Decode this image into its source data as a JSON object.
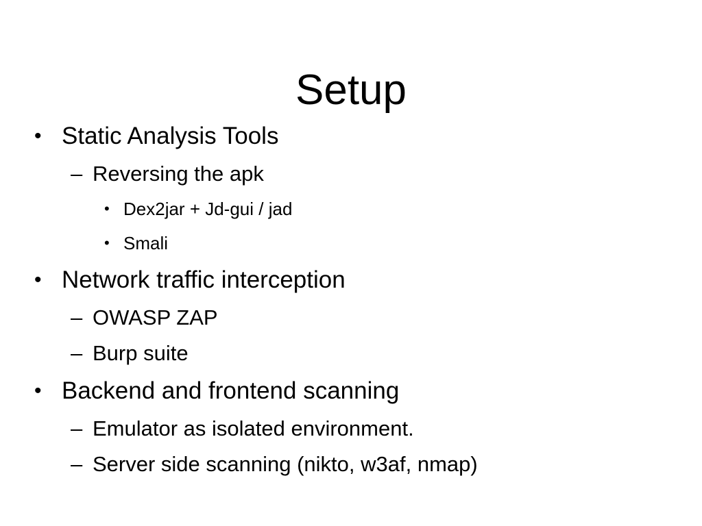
{
  "slide": {
    "title": "Setup",
    "background_color": "#ffffff",
    "text_color": "#000000",
    "bullet_glyph_level1": "•",
    "bullet_glyph_level2": "–",
    "bullet_glyph_level3": "•",
    "items": [
      {
        "level": 1,
        "marker": "•",
        "text": "Static Analysis Tools"
      },
      {
        "level": 2,
        "marker": "–",
        "text": "Reversing the apk"
      },
      {
        "level": 3,
        "marker": "•",
        "text": "Dex2jar + Jd-gui / jad"
      },
      {
        "level": 3,
        "marker": "•",
        "text": "Smali"
      },
      {
        "level": 1,
        "marker": "•",
        "text": "Network traffic interception"
      },
      {
        "level": 2,
        "marker": "–",
        "text": "OWASP ZAP"
      },
      {
        "level": 2,
        "marker": "–",
        "text": "Burp suite"
      },
      {
        "level": 1,
        "marker": "•",
        "text": "Backend and frontend scanning"
      },
      {
        "level": 2,
        "marker": "–",
        "text": "Emulator as isolated environment."
      },
      {
        "level": 2,
        "marker": "–",
        "text": "Server side scanning (nikto, w3af, nmap)"
      }
    ]
  }
}
